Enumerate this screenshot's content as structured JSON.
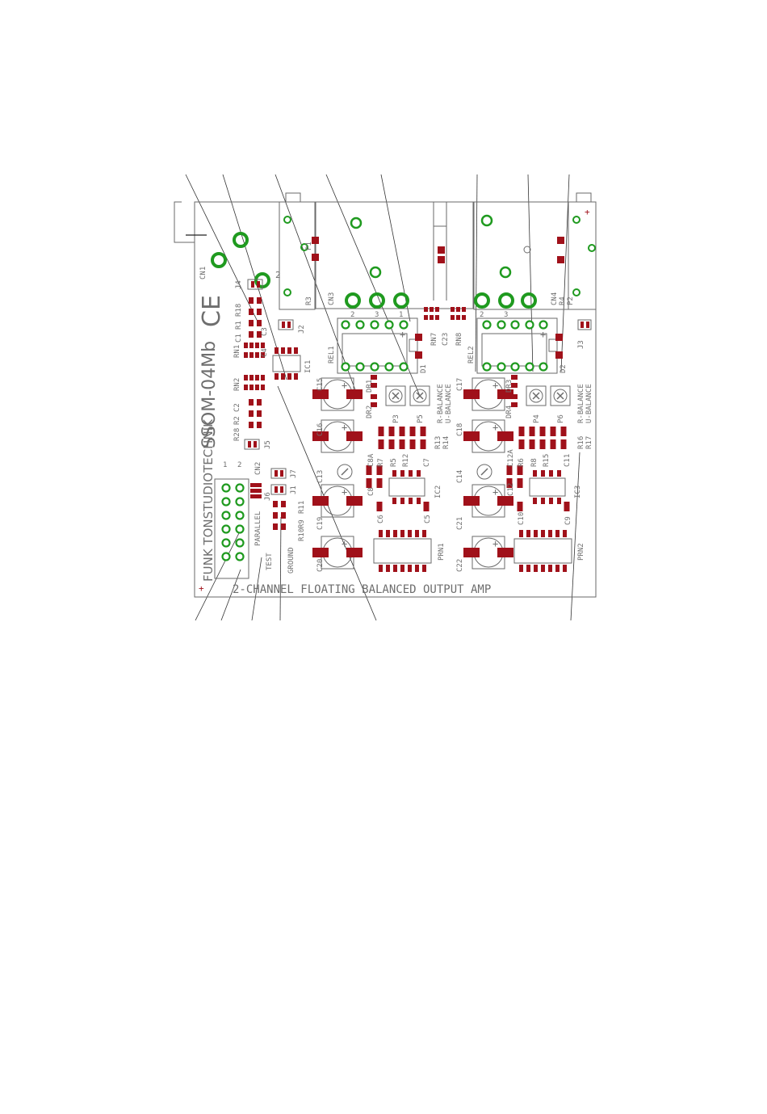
{
  "board": {
    "company": "FUNK TONSTUDIOTECHNIK",
    "model": "SSOM-04Mb",
    "title": "2-CHANNEL FLOATING BALANCED OUTPUT AMP",
    "ce_mark": "CE",
    "plus": "+"
  },
  "labels": {
    "cn1": "CN1",
    "cn2": "CN2",
    "cn3": "CN3",
    "cn4": "CN4",
    "p1": "P1",
    "p2": "P2",
    "r3": "R3",
    "r4": "R4",
    "rel1": "REL1",
    "rel2": "REL2",
    "d1": "D1",
    "d2": "D2",
    "rn7": "RN7",
    "rn8": "RN8",
    "c23": "C23",
    "dr1": "DR1",
    "dr2": "DR2",
    "dr3": "DR3",
    "dr4": "DR4",
    "p3": "P3",
    "p4": "P4",
    "p5": "P5",
    "p6": "P6",
    "r_balance": "R-BALANCE",
    "u_balance": "U-BALANCE",
    "c15": "C15",
    "c16": "C16",
    "c17": "C17",
    "c18": "C18",
    "c13": "C13",
    "c14": "C14",
    "c19": "C19",
    "c20": "C20",
    "c21": "C21",
    "c22": "C22",
    "r13": "R13",
    "r14": "R14",
    "r16": "R16",
    "r17": "R17",
    "c8a": "C8A",
    "r7": "R7",
    "r5": "R5",
    "r12": "R12",
    "c7": "C7",
    "c12a": "C12A",
    "r6": "R6",
    "r8": "R8",
    "r15": "R15",
    "c11": "C11",
    "c8": "C8",
    "c6": "C6",
    "c5": "C5",
    "ic2": "IC2",
    "c12": "C12",
    "c10": "C10",
    "c9": "C9",
    "ic3": "IC3",
    "prn1": "PRN1",
    "prn2": "PRN2",
    "ic1": "IC1",
    "j1": "J1",
    "j2": "J2",
    "j3": "J3",
    "j4": "J4",
    "j5": "J5",
    "j6": "J6",
    "j7": "J7",
    "r1": "R1",
    "r18": "R18",
    "c1": "C1",
    "c3": "C3",
    "rn1": "RN1",
    "rn2": "RN2",
    "r28": "R28",
    "r2": "R2",
    "c2": "C2",
    "c4": "C4",
    "r9": "R9",
    "r10": "R10",
    "r11": "R11",
    "parallel": "PARALLEL",
    "test": "TEST",
    "ground": "GROUND",
    "pin1": "1",
    "pin2": "2",
    "pin3": "3"
  },
  "colors": {
    "pad": "#a0111a",
    "green": "#1f9a1f",
    "outline": "#6a6a6a",
    "leader": "#333333"
  }
}
